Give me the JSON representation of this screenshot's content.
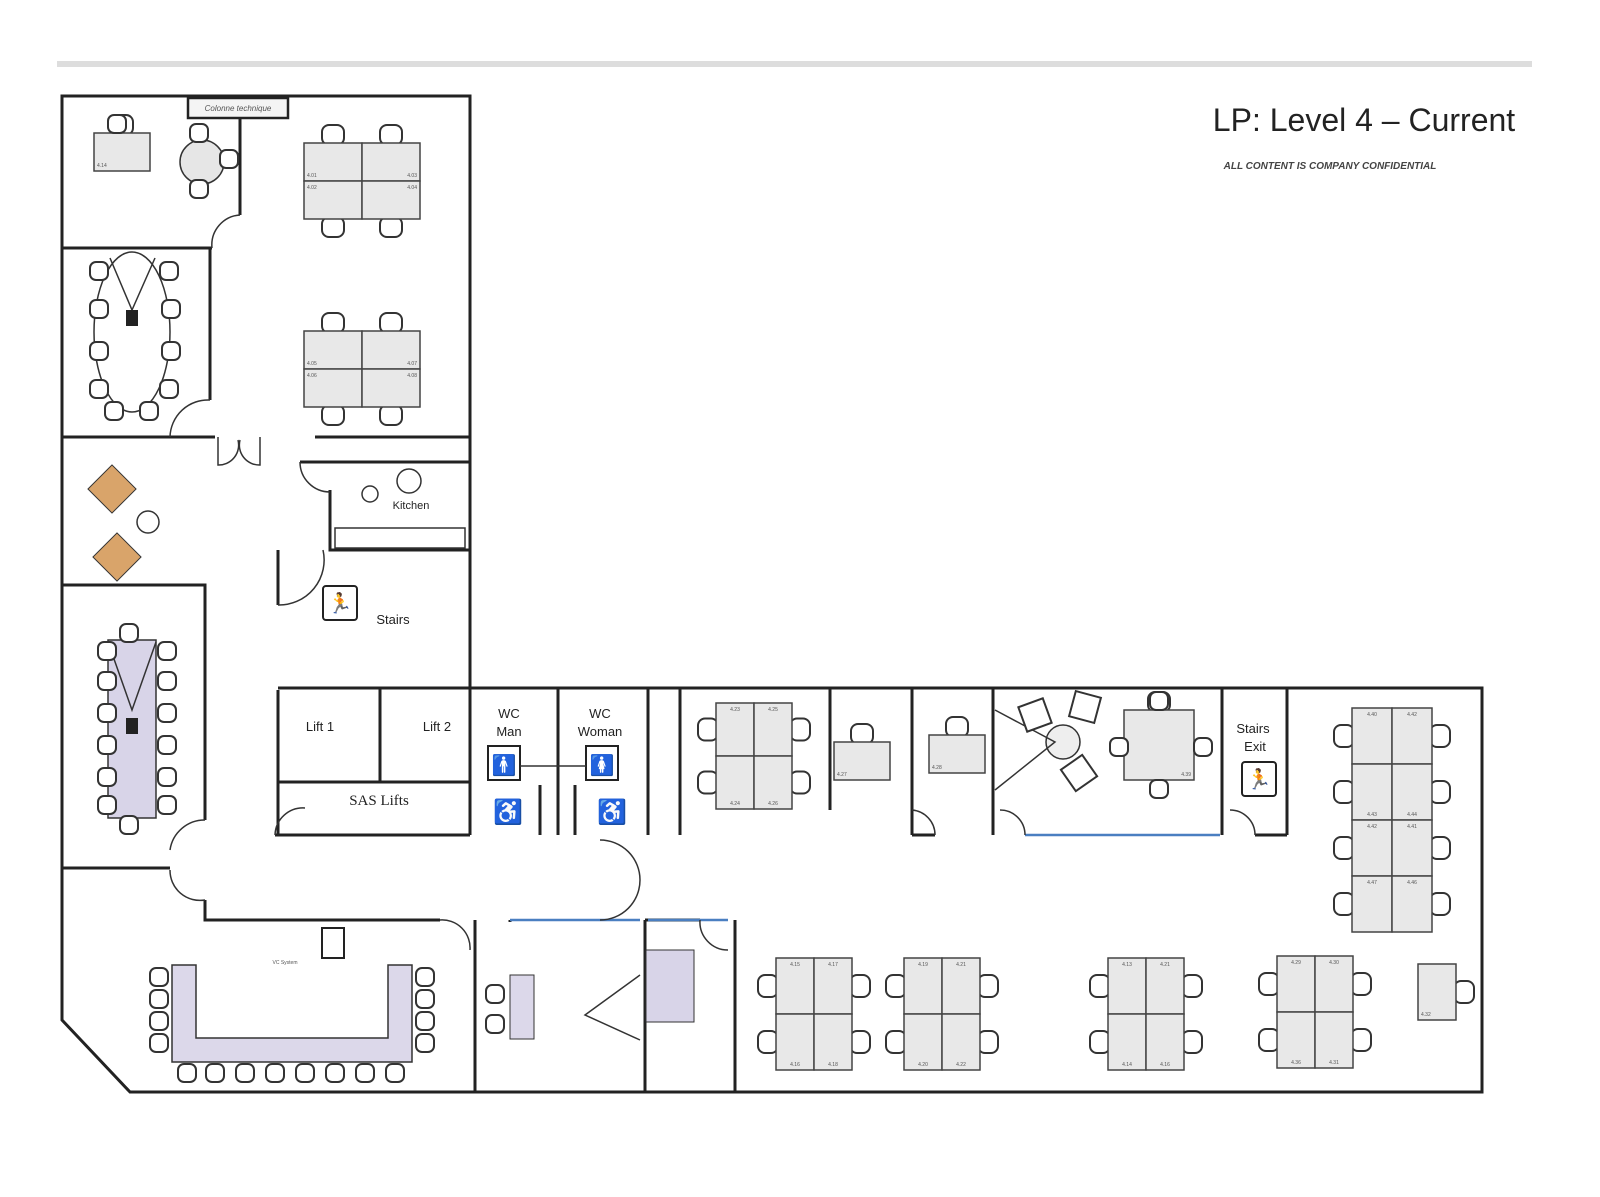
{
  "header": {
    "title": "LP: Level 4 – Current",
    "subtitle": "ALL CONTENT IS COMPANY CONFIDENTIAL"
  },
  "rooms": {
    "colonne": "Colonne technique",
    "kitchen": "Kitchen",
    "stairs": "Stairs",
    "lift1": "Lift 1",
    "lift2": "Lift 2",
    "sas_lifts": "SAS Lifts",
    "wc_man_1": "WC",
    "wc_man_2": "Man",
    "wc_woman_1": "WC",
    "wc_woman_2": "Woman",
    "stairs_exit_1": "Stairs",
    "stairs_exit_2": "Exit",
    "vc_system": "VC System"
  },
  "desks": [
    "4.14",
    "4.01",
    "4.03",
    "4.02",
    "4.04",
    "4.05",
    "4.07",
    "4.06",
    "4.08",
    "4.23",
    "4.25",
    "4.24",
    "4.26",
    "4.27",
    "4.28",
    "4.39",
    "4.40",
    "4.42",
    "4.43",
    "4.44",
    "4.42",
    "4.41",
    "4.47",
    "4.46",
    "4.15",
    "4.17",
    "4.16",
    "4.18",
    "4.19",
    "4.21",
    "4.20",
    "4.22",
    "4.13",
    "4.21",
    "4.14",
    "4.16",
    "4.29",
    "4.30",
    "4.36",
    "4.31",
    "4.32"
  ],
  "colors": {
    "wall": "#222222",
    "desk": "#e8e8e8",
    "glass": "#4a7fc1",
    "screen": "#d8d4e8"
  }
}
